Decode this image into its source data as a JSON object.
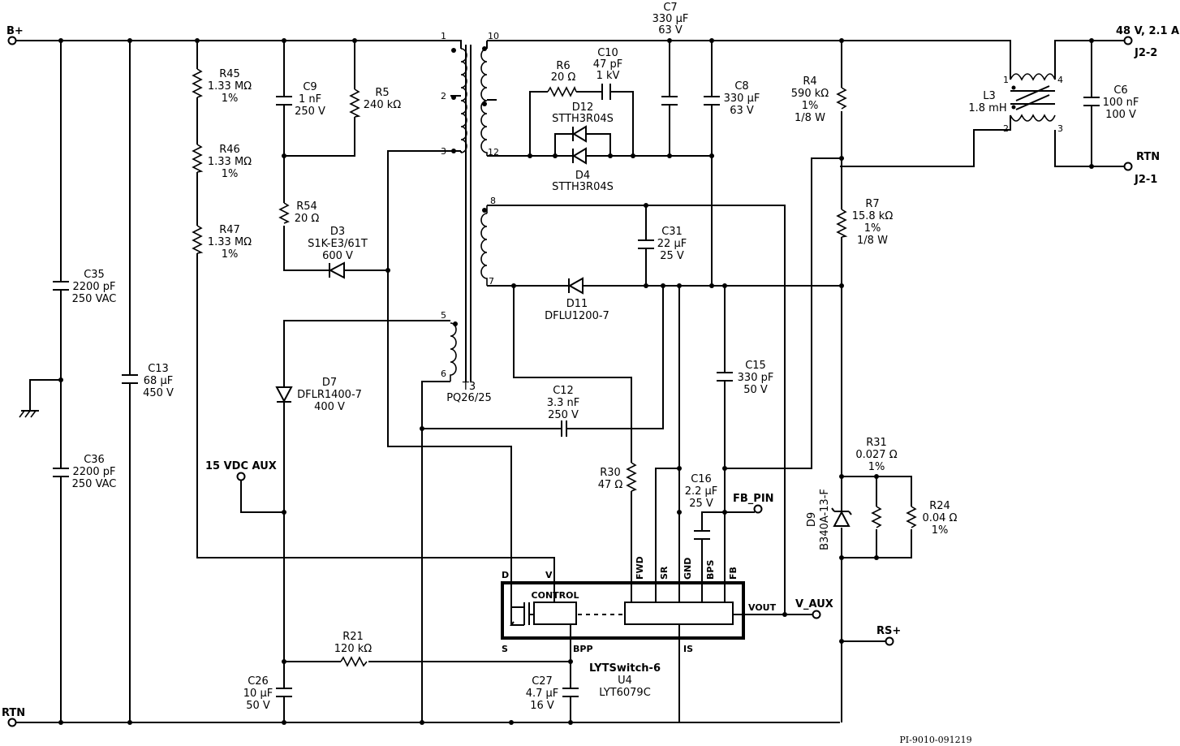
{
  "nets": {
    "b_plus": "B+",
    "rtn": "RTN",
    "out_voltage": "48 V, 2.1 A",
    "j2_2": "J2-2",
    "out_rtn": "RTN",
    "j2_1": "J2-1",
    "aux15": "15 VDC AUX",
    "fb_pin": "FB_PIN",
    "v_aux": "V_AUX",
    "rs_plus": "RS+"
  },
  "transformer": {
    "ref": "T3",
    "core": "PQ26/25",
    "pins": [
      "1",
      "2",
      "3",
      "10",
      "12",
      "8",
      "7",
      "5",
      "6"
    ]
  },
  "inductor": {
    "ref": "L3",
    "value": "1.8 mH",
    "pins": [
      "1",
      "4",
      "2",
      "3"
    ]
  },
  "components": {
    "r45": [
      "R45",
      "1.33 MΩ",
      "1%"
    ],
    "r46": [
      "R46",
      "1.33 MΩ",
      "1%"
    ],
    "r47": [
      "R47",
      "1.33 MΩ",
      "1%"
    ],
    "c9": [
      "C9",
      "1 nF",
      "250 V"
    ],
    "r5": [
      "R5",
      "240 kΩ"
    ],
    "r54": [
      "R54",
      "20 Ω"
    ],
    "d3": [
      "D3",
      "S1K-E3/61T",
      "600 V"
    ],
    "c35": [
      "C35",
      "2200 pF",
      "250 VAC"
    ],
    "c36": [
      "C36",
      "2200 pF",
      "250 VAC"
    ],
    "c13": [
      "C13",
      "68 μF",
      "450 V"
    ],
    "c7": [
      "C7",
      "330 μF",
      "63 V"
    ],
    "r6": [
      "R6",
      "20 Ω"
    ],
    "c10": [
      "C10",
      "47 pF",
      "1 kV"
    ],
    "d12": [
      "D12",
      "STTH3R04S"
    ],
    "d4": [
      "D4",
      "STTH3R04S"
    ],
    "c8": [
      "C8",
      "330 μF",
      "63 V"
    ],
    "r4": [
      "R4",
      "590 kΩ",
      "1%",
      "1/8 W"
    ],
    "c6": [
      "C6",
      "100 nF",
      "100 V"
    ],
    "c31": [
      "C31",
      "22 μF",
      "25 V"
    ],
    "r7": [
      "R7",
      "15.8 kΩ",
      "1%",
      "1/8 W"
    ],
    "d11": [
      "D11",
      "DFLU1200-7"
    ],
    "d7": [
      "D7",
      "DFLR1400-7",
      "400 V"
    ],
    "c12": [
      "C12",
      "3.3 nF",
      "250 V"
    ],
    "c15": [
      "C15",
      "330 pF",
      "50 V"
    ],
    "r30": [
      "R30",
      "47 Ω"
    ],
    "c16": [
      "C16",
      "2.2 μF",
      "25 V"
    ],
    "r31": [
      "R31",
      "0.027 Ω",
      "1%"
    ],
    "d9": [
      "D9",
      "B340A-13-F"
    ],
    "r24": [
      "R24",
      "0.04 Ω",
      "1%"
    ],
    "r21": [
      "R21",
      "120 kΩ"
    ],
    "c26": [
      "C26",
      "10 μF",
      "50 V"
    ],
    "c27": [
      "C27",
      "4.7 μF",
      "16 V"
    ]
  },
  "ic": {
    "part": "LYTSwitch-6",
    "ref": "U4",
    "number": "LYT6079C",
    "block": "CONTROL",
    "pins": {
      "d": "D",
      "v": "V",
      "fwd": "FWD",
      "sr": "SR",
      "gnd": "GND",
      "bps": "BPS",
      "fb": "FB",
      "vout": "VOUT",
      "s": "S",
      "bpp": "BPP",
      "is": "IS"
    }
  },
  "drawing_number": "PI-9010-091219"
}
